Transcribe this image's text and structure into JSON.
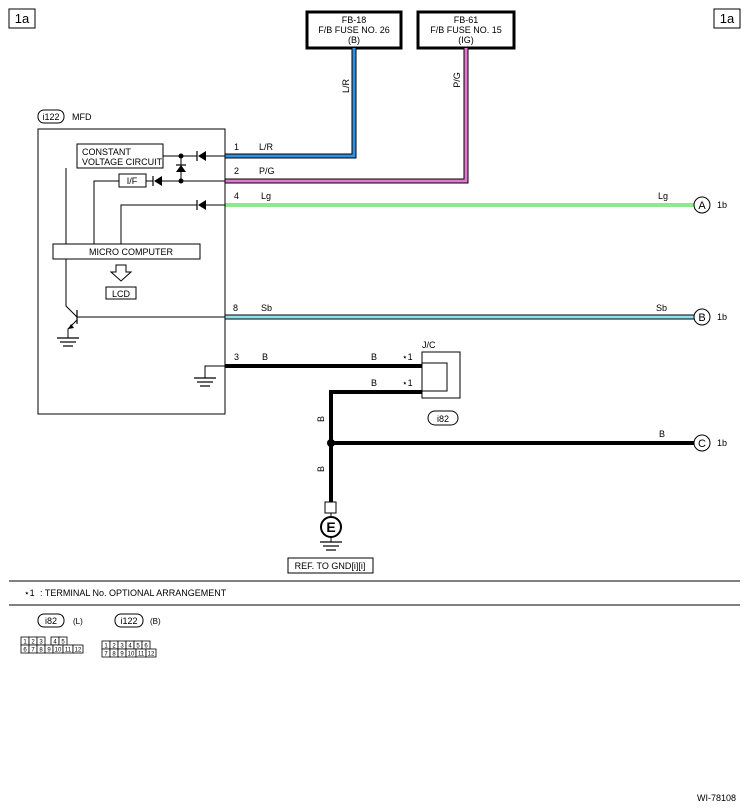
{
  "page_labels": {
    "left": "1a",
    "right": "1a"
  },
  "fuses": [
    {
      "id": "FB-18",
      "name": "F/B FUSE NO. 26",
      "tag": "(B)"
    },
    {
      "id": "FB-61",
      "name": "F/B FUSE NO. 15",
      "tag": "(IG)"
    }
  ],
  "component": {
    "connector": "i122",
    "name": "MFD",
    "blocks": {
      "cvc_line1": "CONSTANT",
      "cvc_line2": "VOLTAGE CIRCUIT",
      "interface": "I/F",
      "micro": "MICRO COMPUTER",
      "lcd": "LCD"
    }
  },
  "wires": {
    "lr_vertical": "L/R",
    "pg_vertical": "P/G",
    "pin1": {
      "pin": "1",
      "color_code": "L/R"
    },
    "pin2": {
      "pin": "2",
      "color_code": "P/G"
    },
    "pin4": {
      "pin": "4",
      "color_code": "Lg",
      "right_code": "Lg"
    },
    "pin8": {
      "pin": "8",
      "color_code": "Sb",
      "right_code": "Sb"
    },
    "pin3": {
      "pin": "3",
      "color_code": "B",
      "jc_code": "B"
    },
    "jc_lower": "B",
    "vertical_b_top": "B",
    "vertical_b_bottom": "B",
    "c_line": "B"
  },
  "connectors_out": [
    {
      "letter": "A",
      "target": "1b"
    },
    {
      "letter": "B",
      "target": "1b"
    },
    {
      "letter": "C",
      "target": "1b"
    }
  ],
  "joint_connector": {
    "name": "J/C",
    "connector": "i82",
    "terminal_mark": "⋆1"
  },
  "ground": {
    "letter": "E",
    "ref": "REF. TO GND[i][i]"
  },
  "note": {
    "mark": "⋆1",
    "text": ": TERMINAL No. OPTIONAL ARRANGEMENT"
  },
  "connector_views": [
    {
      "name": "i82",
      "color": "(L)",
      "top": [
        "1",
        "2",
        "3",
        "",
        "4",
        "5"
      ],
      "bottom": [
        "6",
        "7",
        "8",
        "9",
        "10",
        "11",
        "12"
      ]
    },
    {
      "name": "i122",
      "color": "(B)",
      "top": [
        "1",
        "2",
        "3",
        "4",
        "5",
        "6"
      ],
      "bottom": [
        "7",
        "8",
        "9",
        "10",
        "11",
        "12"
      ]
    }
  ],
  "figure_code": "WI-78108",
  "colors": {
    "lr_blue": "#2f8fe0",
    "pg_pink": "#e07ad0",
    "lg_green": "#8fe88f",
    "sb_cyan": "#8fe3ee",
    "black_wire": "#000000"
  }
}
